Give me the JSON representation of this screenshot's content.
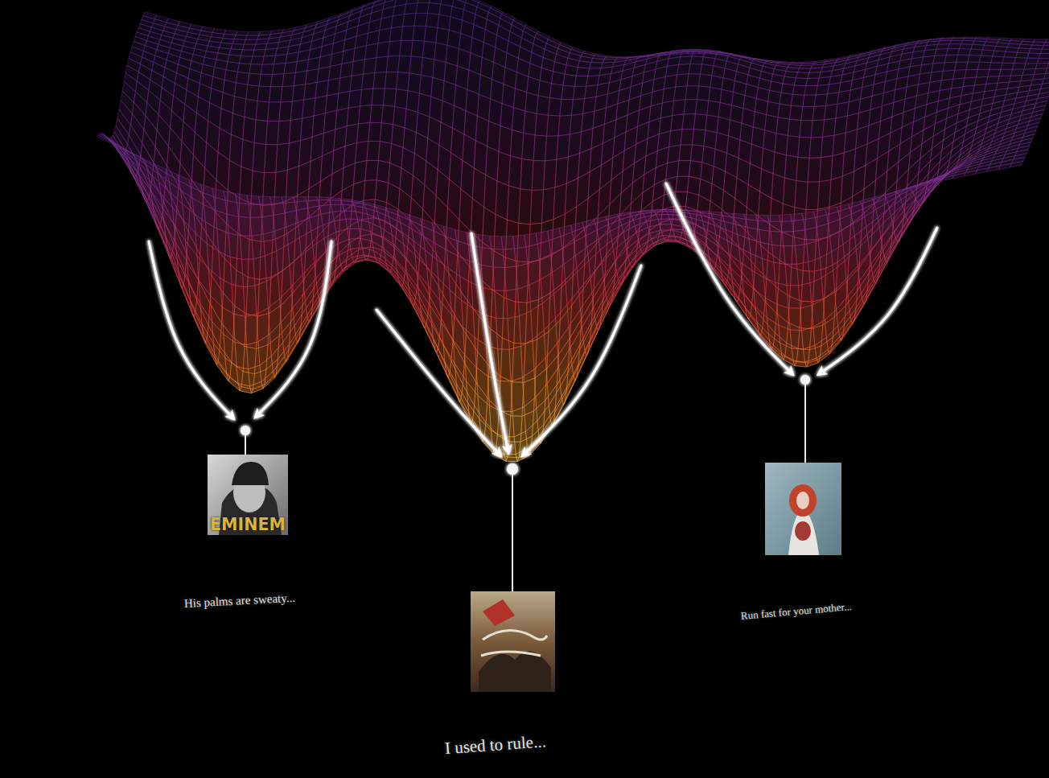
{
  "diagram": {
    "labels": [
      "EMINEM",
      "His palms are sweaty...",
      "I used to rule...",
      "Run fast for your mother..."
    ]
  }
}
